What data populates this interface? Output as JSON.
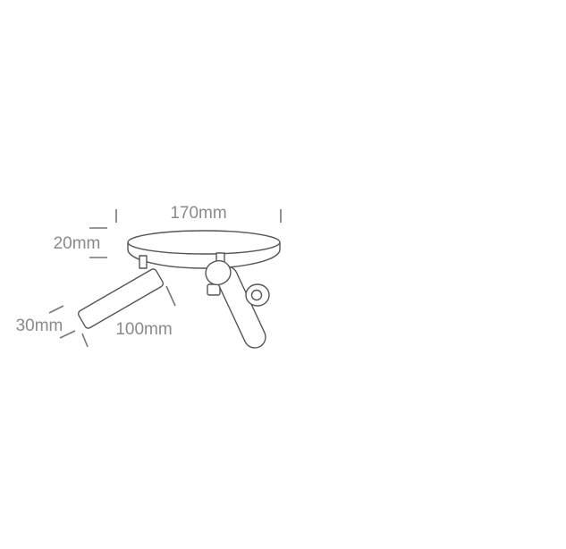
{
  "dimensions": {
    "width_label": "170mm",
    "height_label": "20mm",
    "diameter_label": "30mm",
    "length_label": "100mm"
  },
  "colors": {
    "line": "#555555",
    "label": "#8a8a8a",
    "tick": "#777777"
  }
}
